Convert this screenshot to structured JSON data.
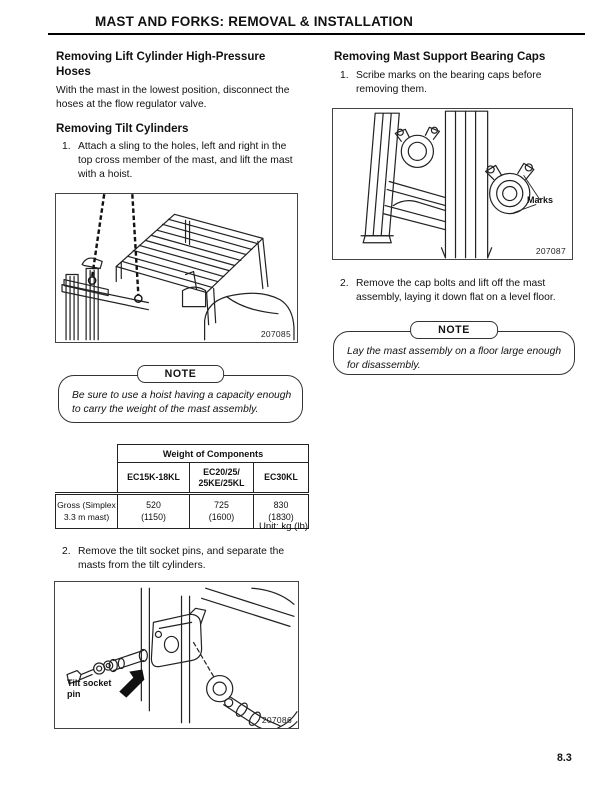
{
  "header": {
    "title": "MAST AND FORKS: REMOVAL & INSTALLATION"
  },
  "colors": {
    "background": "#ffffff",
    "text": "#111111",
    "line_art": "#222222"
  },
  "left": {
    "hp_hoses": {
      "heading": "Removing Lift Cylinder High-Pressure Hoses",
      "body": "With the mast in the lowest position, disconnect the hoses at the flow regulator valve."
    },
    "tilt_cylinders": {
      "heading": "Removing Tilt Cylinders",
      "step1_num": "1.",
      "step1": "Attach a sling to the holes, left and right in the top cross member of the mast, and lift the mast with a hoist.",
      "step2_num": "2.",
      "step2": "Remove the tilt socket pins, and separate the masts from the tilt cylinders."
    },
    "figure_hoist": {
      "number": "207085"
    },
    "note": {
      "label": "NOTE",
      "text": "Be sure to use a hoist having a capacity enough to carry the weight of the mast assembly."
    },
    "weight_table": {
      "title": "Weight of Components",
      "columns": [
        [
          "EC15K-18KL"
        ],
        [
          "EC20/25/",
          "25KE/25KL"
        ],
        [
          "EC30KL"
        ]
      ],
      "row_label": [
        "Gross (Simplex",
        "3.3 m mast)"
      ],
      "values": [
        [
          "520",
          "(1150)"
        ],
        [
          "725",
          "(1600)"
        ],
        [
          "830",
          "(1830)"
        ]
      ],
      "unit": "Unit: kg (lb)"
    },
    "figure_tilt_socket": {
      "label_line1": "Tilt socket",
      "label_line2": "pin",
      "number": "207086"
    }
  },
  "right": {
    "bearing_caps": {
      "heading": "Removing Mast Support Bearing Caps",
      "step1_num": "1.",
      "step1": "Scribe marks on the bearing caps before removing them.",
      "step2_num": "2.",
      "step2": "Remove the cap bolts and lift off the mast assembly, laying it down flat on a level floor."
    },
    "figure_caps": {
      "label": "Marks",
      "number": "207087"
    },
    "note": {
      "label": "NOTE",
      "text": "Lay the mast assembly on a floor large enough for disassembly."
    }
  },
  "footer": {
    "page_number": "8.3"
  }
}
